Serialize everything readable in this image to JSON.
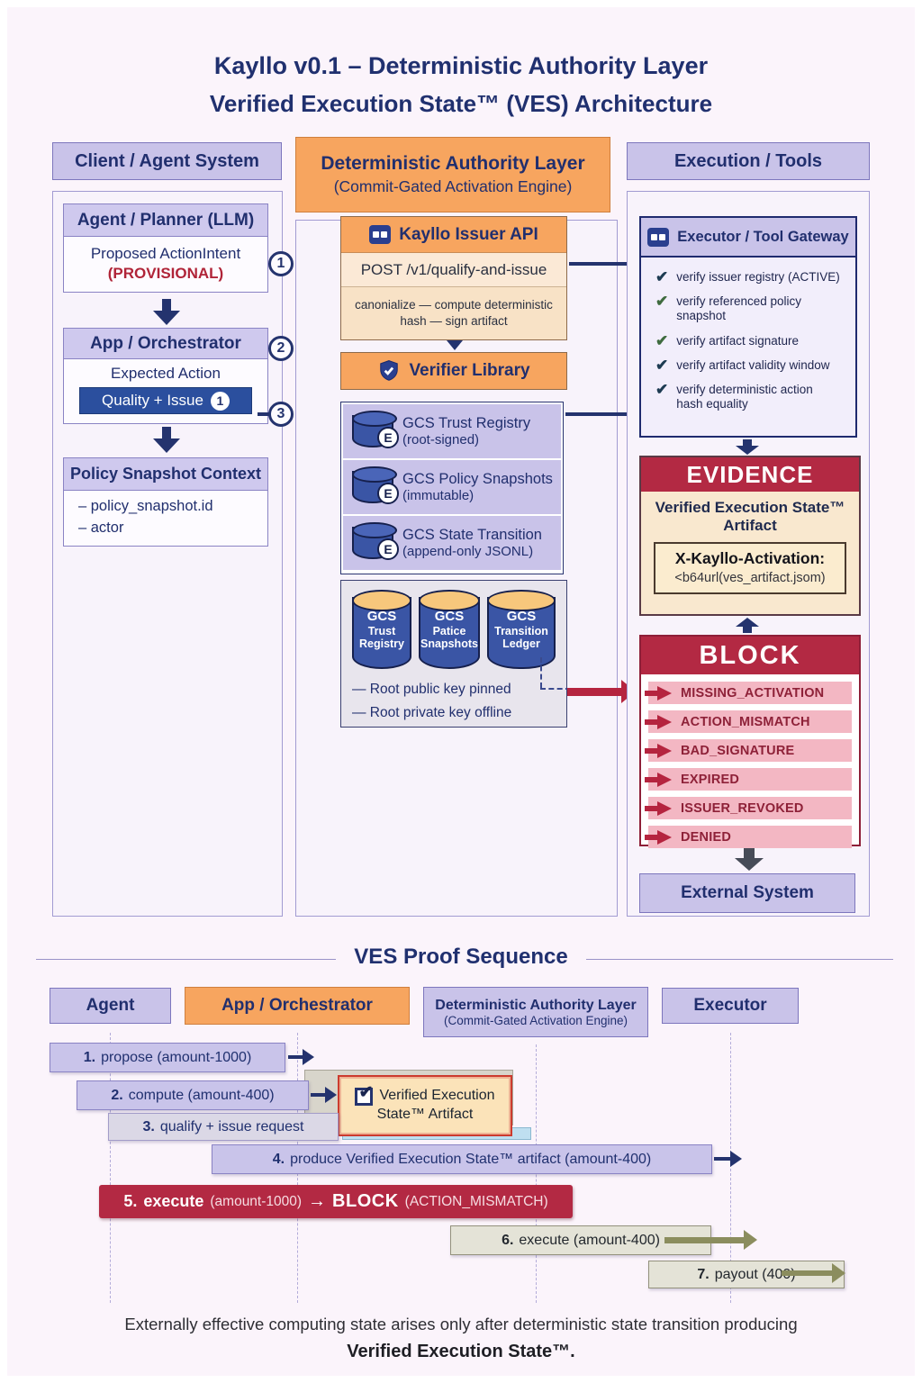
{
  "title": {
    "line1": "Kayllo v0.1 – Deterministic Authority Layer",
    "line2": "Verified Execution State™ (VES) Architecture"
  },
  "flow_numbers": [
    "1",
    "2",
    "3"
  ],
  "columns": {
    "client": {
      "header": "Client / Agent System",
      "agent_box": {
        "title": "Agent / Planner (LLM)",
        "body_line1": "Proposed ActionIntent",
        "body_line2": "(PROVISIONAL)"
      },
      "orchestrator_box": {
        "title": "App / Orchestrator",
        "body": "Expected Action",
        "button": "Quality + Issue",
        "button_badge": "1"
      },
      "policy_box": {
        "title": "Policy Snapshot Context",
        "items": [
          "– policy_snapshot.id",
          "– actor"
        ]
      }
    },
    "authority": {
      "header_line1": "Deterministic Authority Layer",
      "header_line2": "(Commit-Gated Activation Engine)",
      "issuer_api": {
        "title": "Kayllo Issuer API",
        "endpoint": "POST /v1/qualify-and-issue",
        "process": "canonialize — compute deterministic hash — sign artifact"
      },
      "verifier": {
        "title": "Verifier Library"
      },
      "registries": [
        {
          "title": "GCS Trust Registry",
          "subtitle": "(root-signed)"
        },
        {
          "title": "GCS Policy Snapshots",
          "subtitle": "(immutable)"
        },
        {
          "title": "GCS State Transition",
          "subtitle": "(append-only JSONL)"
        }
      ],
      "stores": {
        "cylinders": [
          {
            "l1": "GCS",
            "l2": "Trust",
            "l3": "Registry"
          },
          {
            "l1": "GCS",
            "l2": "Patice",
            "l3": "Snapshots"
          },
          {
            "l1": "GCS",
            "l2": "Transition",
            "l3": "Ledger"
          }
        ],
        "notes": [
          "—   Root public key pinned",
          "—   Root private key offline"
        ]
      }
    },
    "execution": {
      "header": "Execution / Tools",
      "gateway": {
        "title": "Executor / Tool Gateway",
        "checks": [
          "verify issuer registry (ACTIVE)",
          "verify referenced policy snapshot",
          "verify artifact signature",
          "verify artifact validity window",
          "verify deterministic action hash equality"
        ]
      },
      "evidence": {
        "header": "EVIDENCE",
        "line1": "Verified Execution State™",
        "line2": "Artifact",
        "inner_title": "X-Kayllo-Activation:",
        "inner_value": "<b64url(ves_artifact.jsom)"
      },
      "block": {
        "header": "BLOCK",
        "reasons": [
          "MISSING_ACTIVATION",
          "ACTION_MISMATCH",
          "BAD_SIGNATURE",
          "EXPIRED",
          "ISSUER_REVOKED",
          "DENIED"
        ]
      },
      "external": "External System"
    }
  },
  "sequence": {
    "title": "VES Proof Sequence",
    "lanes": {
      "agent": "Agent",
      "app": "App / Orchestrator",
      "dal_line1": "Deterministic Authority Layer",
      "dal_line2": "(Commit-Gated Activation Engine)",
      "executor": "Executor"
    },
    "artifact_note": {
      "line1": "Verified Execution",
      "line2": "State™ Artifact"
    },
    "steps": [
      {
        "num": "1.",
        "text": "propose (amount-1000)"
      },
      {
        "num": "2.",
        "text": "compute (amount-400)"
      },
      {
        "num": "3.",
        "text": "qualify + issue request"
      },
      {
        "num": "4.",
        "text": "produce Verified Execution State™ artifact (amount-400)"
      },
      {
        "num": "5.",
        "bold": "execute",
        "amount": "(amount-1000)",
        "arrow": "→",
        "block": "BLOCK",
        "reason": "(ACTION_MISMATCH)"
      },
      {
        "num": "6.",
        "text": "execute (amount-400)"
      },
      {
        "num": "7.",
        "text": "payout (400)"
      }
    ]
  },
  "footer": {
    "line1": "Externally effective computing state arises only after deterministic state transition producing",
    "line2": "Verified Execution State™."
  }
}
